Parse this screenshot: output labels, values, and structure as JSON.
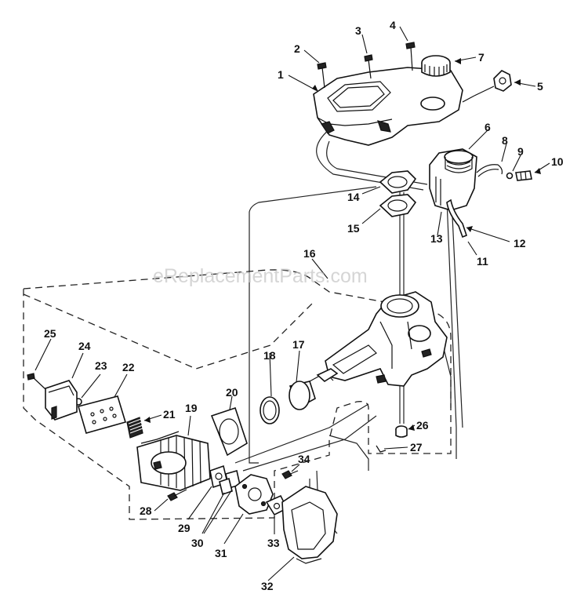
{
  "watermark": "eReplacementParts.com",
  "callouts": [
    "1",
    "2",
    "3",
    "4",
    "5",
    "6",
    "7",
    "8",
    "9",
    "10",
    "11",
    "12",
    "13",
    "14",
    "15",
    "16",
    "17",
    "18",
    "19",
    "20",
    "21",
    "22",
    "23",
    "24",
    "25",
    "26",
    "27",
    "28",
    "29",
    "30",
    "31",
    "32",
    "33",
    "34"
  ]
}
